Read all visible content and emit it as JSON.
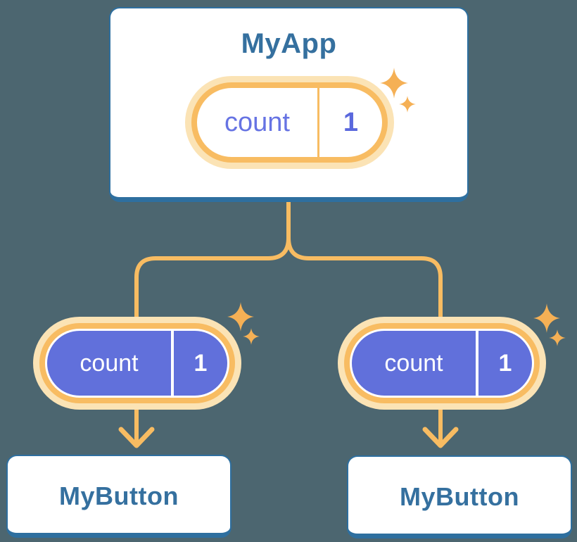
{
  "diagram": {
    "description": "Component tree: parent state passed down to two children as props",
    "root": {
      "title": "MyApp",
      "state_pill": {
        "label": "count",
        "value": "1"
      }
    },
    "children": [
      {
        "title": "MyButton",
        "prop_pill": {
          "label": "count",
          "value": "1"
        }
      },
      {
        "title": "MyButton",
        "prop_pill": {
          "label": "count",
          "value": "1"
        }
      }
    ]
  },
  "colors": {
    "background": "#4C6670",
    "card_fill": "#FFFFFF",
    "card_border": "#2E6F9F",
    "heading_text": "#35709F",
    "connector_orange": "#F8BC62",
    "pill_ring_orange": "#F8BC62",
    "pill_halo_cream": "#FBE3B5",
    "pill_fill_purple": "#6170DB",
    "pill_text_purple": "#6673E3",
    "pill_value_purple": "#5A68DD",
    "sparkle_orange": "#F5B055"
  }
}
